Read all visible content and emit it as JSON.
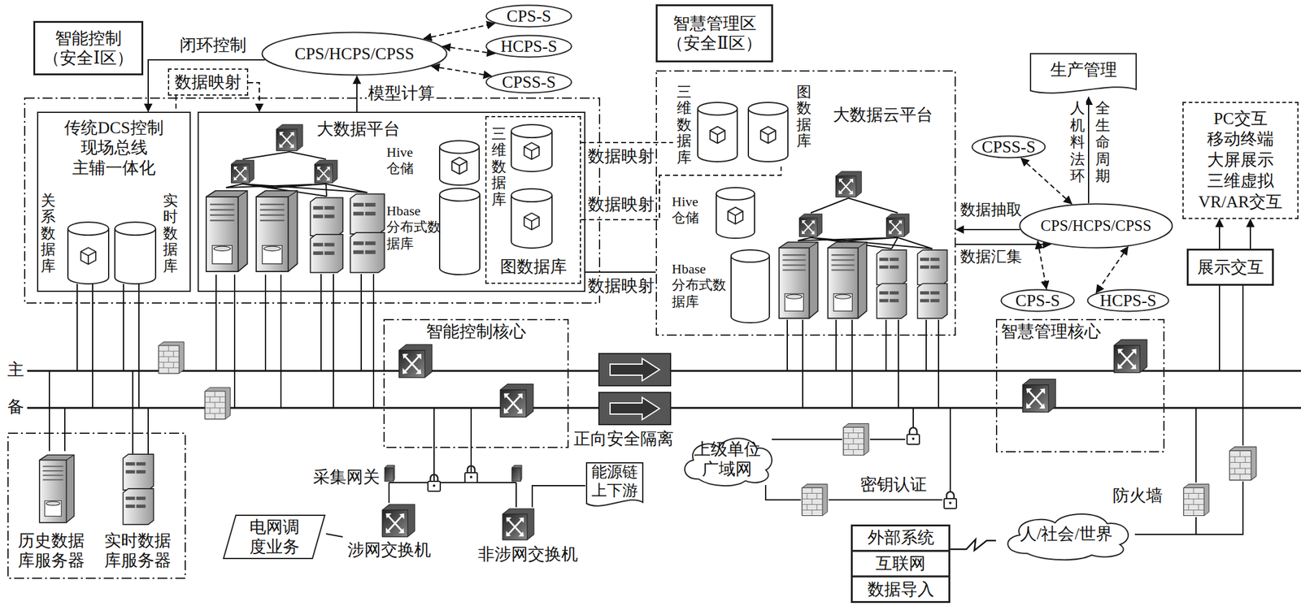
{
  "diagram": {
    "nodes": [
      {
        "text": [
          "智能控制 （安全Ⅰ区）"
        ]
      },
      {
        "text": [
          "CPS/HCPS/CPSS"
        ]
      },
      {
        "text": [
          "CPS-S"
        ]
      },
      {
        "text": [
          "HCPS-S"
        ]
      },
      {
        "text": [
          "CPSS-S"
        ]
      },
      {
        "text": [
          "数据映射"
        ]
      },
      {
        "text": [
          "传统DCS控制 现场总线 主辅一体化"
        ]
      },
      {
        "text": [
          "关系数据库"
        ],
        "in": 6
      },
      {
        "text": [
          "实时数据库"
        ],
        "in": 6
      },
      {
        "text": [
          "大数据平台"
        ]
      },
      {
        "text": [
          "Hive 仓储"
        ],
        "in": 9
      },
      {
        "text": [
          "Hbase 分布式数据库"
        ],
        "in": 9
      },
      {
        "text": [
          "三维数据库",
          "图数据库"
        ],
        "in": 9
      },
      {
        "text": [
          "智慧管理区 （安全Ⅱ区）"
        ]
      },
      {
        "text": [
          "大数据云平台"
        ]
      },
      {
        "text": [
          "三维数据库"
        ],
        "in": 14
      },
      {
        "text": [
          "图数据库"
        ],
        "in": 14
      },
      {
        "text": [
          "Hive 仓储"
        ],
        "in": 14
      },
      {
        "text": [
          "Hbase 分布式数据库"
        ],
        "in": 14
      },
      {
        "text": [
          "生产管理"
        ]
      },
      {
        "text": [
          "CPSS-S"
        ]
      },
      {
        "text": [
          "CPS/HCPS/CPSS"
        ]
      },
      {
        "text": [
          "CPS-S"
        ]
      },
      {
        "text": [
          "HCPS-S"
        ]
      },
      {
        "text": [
          "PC交互 移动终端 大屏展示 三维虚拟 VR/AR交互"
        ]
      },
      {
        "text": [
          "展示交互"
        ]
      },
      {
        "text": [
          "智能控制核心"
        ]
      },
      {
        "text": [
          "智慧管理核心"
        ]
      },
      {
        "text": [
          "历史数据库服务器"
        ]
      },
      {
        "text": [
          "实时数据库服务器"
        ]
      },
      {
        "text": [
          "电网调度业务"
        ]
      },
      {
        "text": [
          "涉网交换机"
        ]
      },
      {
        "text": [
          "非涉网交换机"
        ]
      },
      {
        "text": [
          "能源链上下游"
        ]
      },
      {
        "text": [
          "上级单位 广域网"
        ]
      },
      {
        "text": [
          "外部系统",
          "互联网",
          "数据导入"
        ]
      },
      {
        "text": [
          "人/社会/世界"
        ]
      }
    ],
    "edges": [
      {
        "from": 1,
        "to": 6,
        "arrow": "to",
        "label": "闭环控制"
      },
      {
        "from": 1,
        "to": 2,
        "arrow": "both"
      },
      {
        "from": 1,
        "to": 3,
        "arrow": "both"
      },
      {
        "from": 1,
        "to": 4,
        "arrow": "both"
      },
      {
        "from": 5,
        "to": 9,
        "arrow": "to"
      },
      {
        "from": 5,
        "to": 6,
        "arrow": "none"
      },
      {
        "from": 9,
        "to": 1,
        "arrow": "to",
        "label": "模型计算"
      },
      {
        "from": 12,
        "to": 15,
        "arrow": "none",
        "label": "数据映射"
      },
      {
        "from": 12,
        "to": 16,
        "arrow": "none",
        "label": "数据映射"
      },
      {
        "from": 9,
        "to": 14,
        "arrow": "none",
        "label": "数据映射"
      },
      {
        "from": 21,
        "to": 19,
        "arrow": "to",
        "label": "人机料法环"
      },
      {
        "from": 21,
        "to": 20,
        "arrow": "both"
      },
      {
        "from": 21,
        "to": 14,
        "arrow": "to",
        "label": "数据抽取"
      },
      {
        "from": 14,
        "to": 21,
        "arrow": "to",
        "label": "数据汇集"
      },
      {
        "from": 21,
        "to": 22,
        "arrow": "both"
      },
      {
        "from": 21,
        "to": 23,
        "arrow": "both"
      },
      {
        "from": 25,
        "to": 24,
        "arrow": "to"
      },
      {
        "from": 25,
        "to": 24,
        "arrow": "to"
      },
      {
        "from": 30,
        "to": 31,
        "arrow": "none"
      },
      {
        "from": 32,
        "to": 33,
        "arrow": "none"
      },
      {
        "from": 35,
        "to": 36,
        "arrow": "none"
      }
    ],
    "labels": [
      "主",
      "备",
      "全生命周期",
      "正向安全隔离",
      "采集网关",
      "密钥认证",
      "防火墙"
    ]
  }
}
